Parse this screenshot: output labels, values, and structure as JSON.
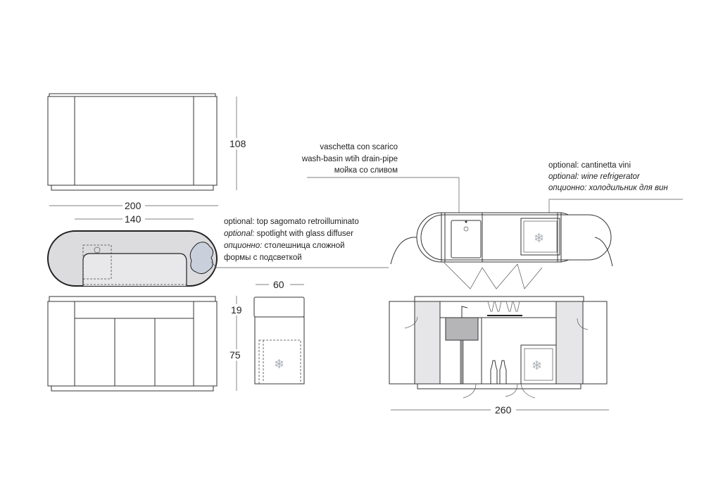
{
  "dimensions": {
    "height_total": "108",
    "width_total": "200",
    "width_inner": "140",
    "depth": "60",
    "top_height": "19",
    "base_height": "75",
    "width_open": "260"
  },
  "labels": {
    "sink": [
      "vaschetta con scarico",
      "wash-basin wtih drain-pipe",
      "мойка со сливом"
    ],
    "wine_fridge": [
      "optional: cantinetta vini",
      "optional: wine refrigerator",
      "опционно: холодильник для вин"
    ],
    "top": {
      "line1": "optional: top sagomato retroilluminato",
      "line2_prefix": "optional:",
      "line2_rest": " spotlight with glass diffuser",
      "line3_prefix": "опционно:",
      "line3_rest": " столешница сложной",
      "line4": "формы с подсветкой"
    }
  },
  "icons": {
    "fridge": "snowflake-icon",
    "snow_glyph": "❄"
  }
}
